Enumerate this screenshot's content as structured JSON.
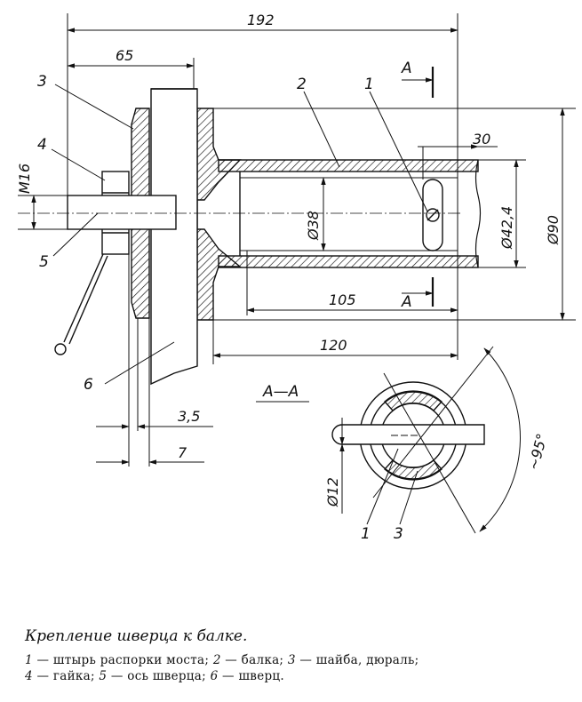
{
  "dimensions": {
    "d192": "192",
    "d65": "65",
    "d30": "30",
    "d105": "105",
    "d120": "120",
    "d35": "3,5",
    "d7": "7",
    "m16": "M16",
    "dia38": "Ø38",
    "dia42": "Ø42,4",
    "dia90": "Ø90",
    "dia12": "Ø12",
    "angle": "~95°"
  },
  "callouts": {
    "n1": "1",
    "n2": "2",
    "n3": "3",
    "n4": "4",
    "n5": "5",
    "n6": "6",
    "sec1": "1",
    "sec3": "3"
  },
  "section": {
    "cut_top": "A",
    "cut_bottom": "A",
    "view_label": "A—A"
  },
  "caption": {
    "title": "Крепление шверца к балке.",
    "legend": [
      {
        "num": "1",
        "text": " — штырь распорки моста; "
      },
      {
        "num": "2",
        "text": " — балка; "
      },
      {
        "num": "3",
        "text": " — шайба, дюраль;"
      },
      {
        "num": "4",
        "text": " — гайка; "
      },
      {
        "num": "5",
        "text": " — ось шверца; "
      },
      {
        "num": "6",
        "text": " — шверц."
      }
    ]
  },
  "colors": {
    "ink": "#111111",
    "paper": "#ffffff"
  }
}
